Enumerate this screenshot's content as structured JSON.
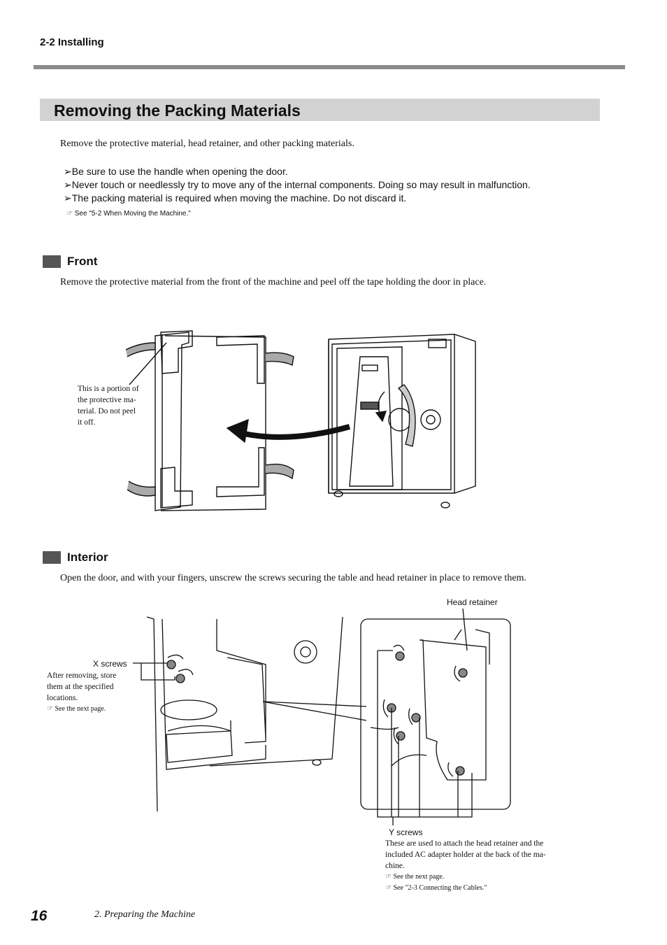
{
  "header": {
    "section": "2-2 Installing"
  },
  "title": "Removing the Packing Materials",
  "intro": "Remove the protective material, head retainer, and other packing materials.",
  "notes": [
    "Be sure to use the handle when opening the door.",
    "Never touch or needlessly try to move any of the internal components. Doing so may result in malfunction.",
    "The packing material is required when moving the machine. Do not discard it."
  ],
  "note_ref": "See \"5-2 When Moving the Machine.\"",
  "front": {
    "heading": "Front",
    "text": "Remove the protective material from the front of the machine and peel off the tape holding the door in place.",
    "callout": [
      "This is a portion of",
      "the protective ma-",
      "terial. Do not peel",
      "it off."
    ]
  },
  "interior": {
    "heading": "Interior",
    "text": "Open the door, and with your fingers, unscrew the screws securing the table and head retainer in place to remove them.",
    "head_retainer_label": "Head retainer",
    "x_screws_label": "X screws",
    "x_screws_note": [
      "After removing, store",
      "them at the specified",
      "locations."
    ],
    "x_screws_ref": "See the next page.",
    "y_screws_label": "Y screws",
    "y_screws_note": [
      "These are used to attach the head retainer and the",
      "included AC adapter holder at the back of the ma-",
      "chine."
    ],
    "y_screws_ref1": "See the next page.",
    "y_screws_ref2": "See \"2-3 Connecting the Cables.\""
  },
  "footer": {
    "page_number": "16",
    "chapter": "2. Preparing the Machine"
  }
}
